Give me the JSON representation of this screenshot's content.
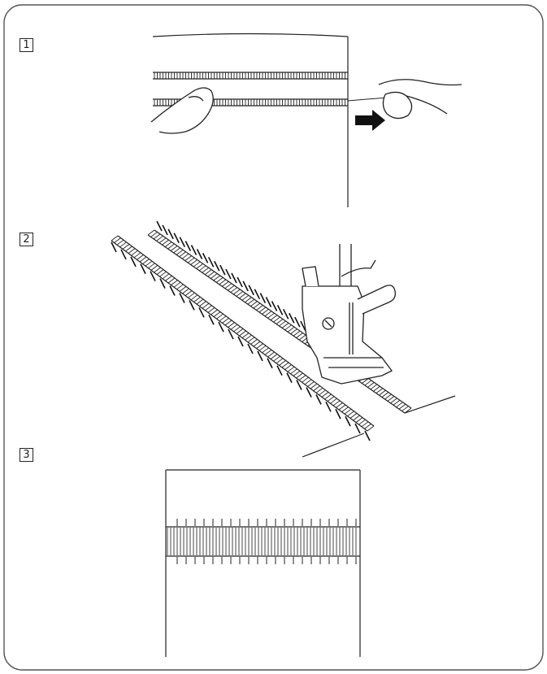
{
  "steps": [
    {
      "label": "1"
    },
    {
      "label": "2"
    },
    {
      "label": "3"
    }
  ],
  "colors": {
    "ink": "#222222",
    "frame": "#555555",
    "background": "#ffffff"
  },
  "icons": {
    "arrow": "arrow-right-icon",
    "hand_left": "hand-icon",
    "hand_right": "hand-icon",
    "presser_foot": "presser-foot-icon"
  }
}
